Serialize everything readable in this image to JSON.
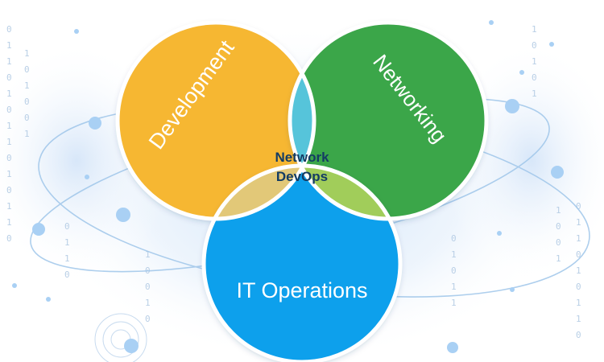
{
  "diagram": {
    "center_label_line1": "Network",
    "center_label_line2": "DevOps",
    "circles": [
      {
        "name": "Development",
        "color": "#f6b733"
      },
      {
        "name": "Networking",
        "color": "#3aa648"
      },
      {
        "name": "IT Operations",
        "color": "#0fa0ec"
      }
    ],
    "overlap_colors": {
      "development_networking": "#56c4da",
      "development_operations": "#e2c878",
      "networking_operations": "#a1cd5a",
      "center": "#ffffff"
    }
  }
}
